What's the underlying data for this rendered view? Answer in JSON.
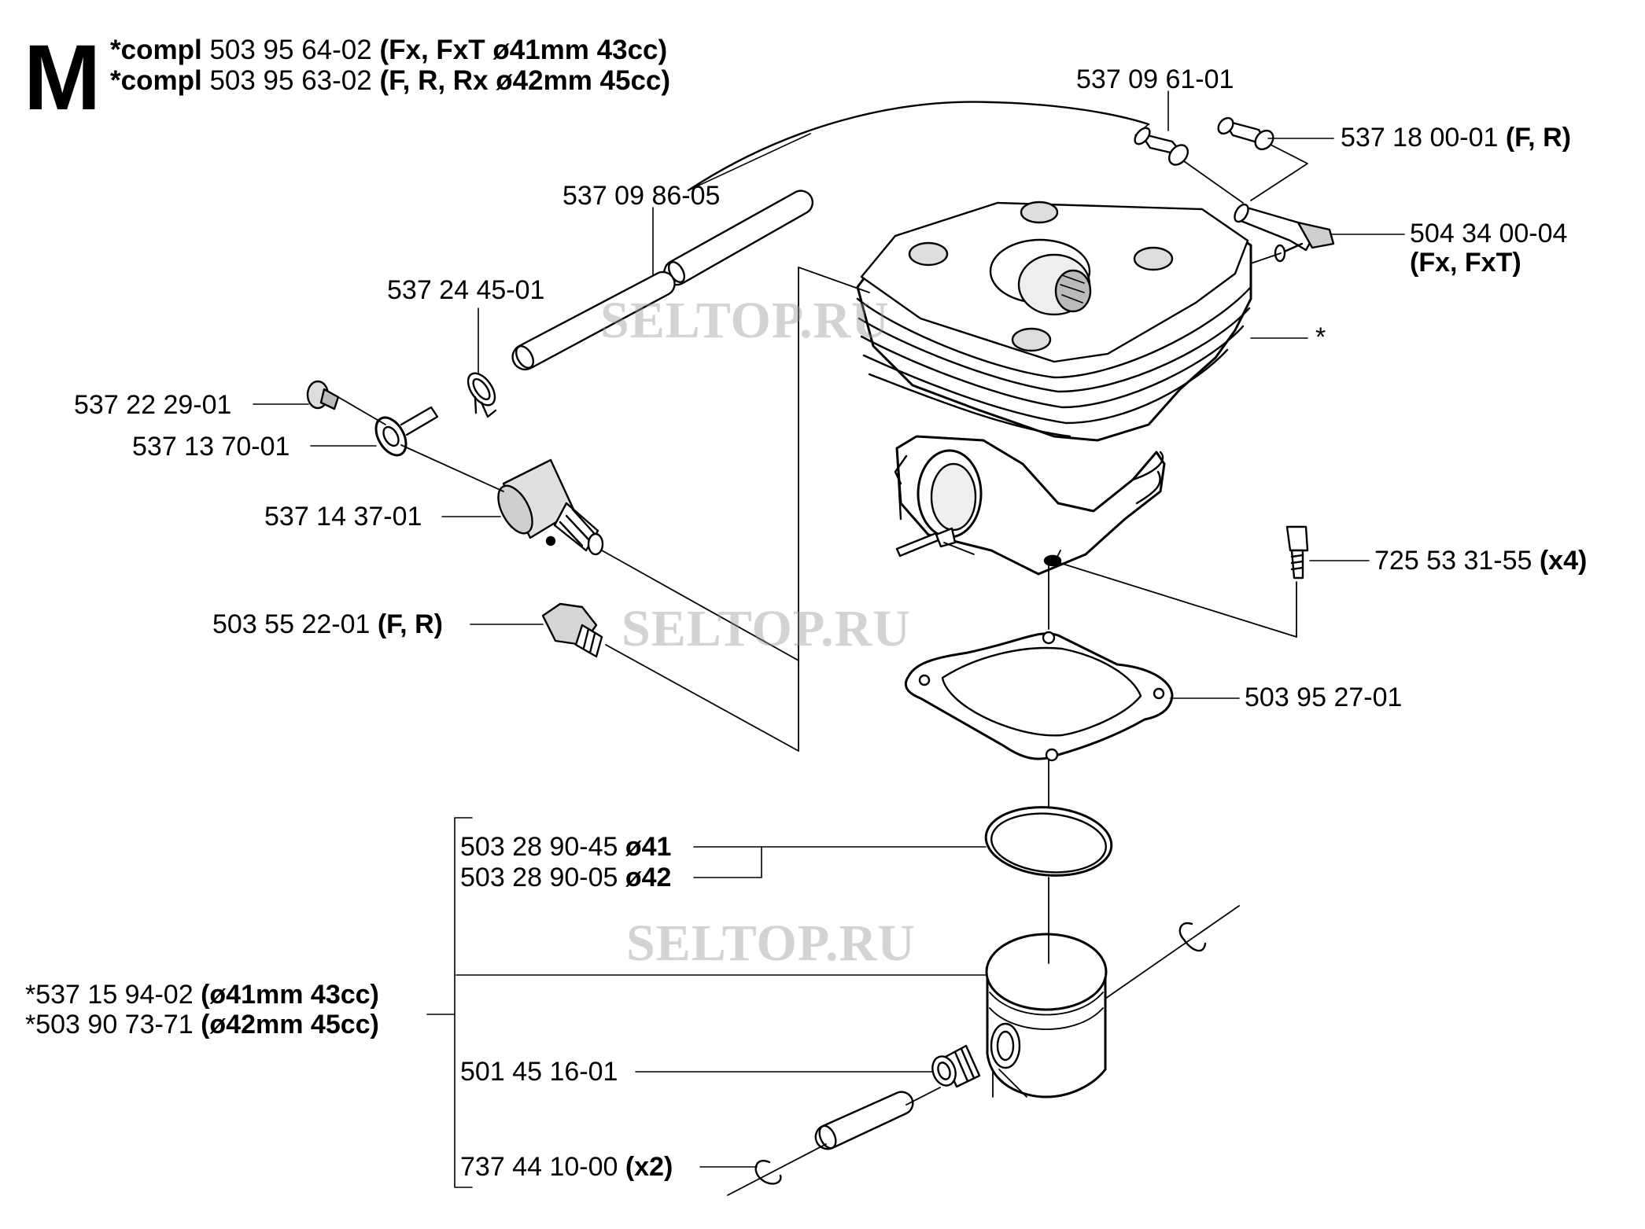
{
  "header": {
    "section_letter": "M",
    "line1": {
      "prefix": "*compl",
      "number": "503 95 64-02",
      "variant": "(Fx, FxT ø41mm 43cc)"
    },
    "line2": {
      "prefix": "*compl",
      "number": "503 95 63-02",
      "variant": "(F, R, Rx ø42mm 45cc)"
    }
  },
  "watermark": "SELTOP.RU",
  "parts": {
    "p5370961": {
      "number": "537 09 61-01"
    },
    "p5371800": {
      "number": "537 18 00-01",
      "suffix": "(F, R)"
    },
    "p5043400": {
      "number": "504 34 00-04",
      "suffix": "(Fx, FxT)"
    },
    "p5370986": {
      "number": "537 09 86-05"
    },
    "p5372445": {
      "number": "537 24 45-01"
    },
    "cylinder": {
      "number": "*"
    },
    "p5372229": {
      "number": "537 22 29-01"
    },
    "p5371370": {
      "number": "537 13 70-01"
    },
    "p5371437": {
      "number": "537 14 37-01"
    },
    "p7255331": {
      "number": "725 53 31-55",
      "suffix": "(x4)"
    },
    "p5035522": {
      "number": "503 55 22-01",
      "suffix": "(F, R)"
    },
    "p5039527": {
      "number": "503 95 27-01"
    },
    "ring41": {
      "number": "503 28 90-45",
      "suffix": "ø41"
    },
    "ring42": {
      "number": "503 28 90-05",
      "suffix": "ø42"
    },
    "piston43": {
      "number": "*537 15 94-02",
      "suffix": "(ø41mm 43cc)"
    },
    "piston45": {
      "number": "*503 90 73-71",
      "suffix": "(ø42mm 45cc)"
    },
    "p5014516": {
      "number": "501 45 16-01"
    },
    "p7374410": {
      "number": "737 44 10-00",
      "suffix": "(x2)"
    }
  }
}
